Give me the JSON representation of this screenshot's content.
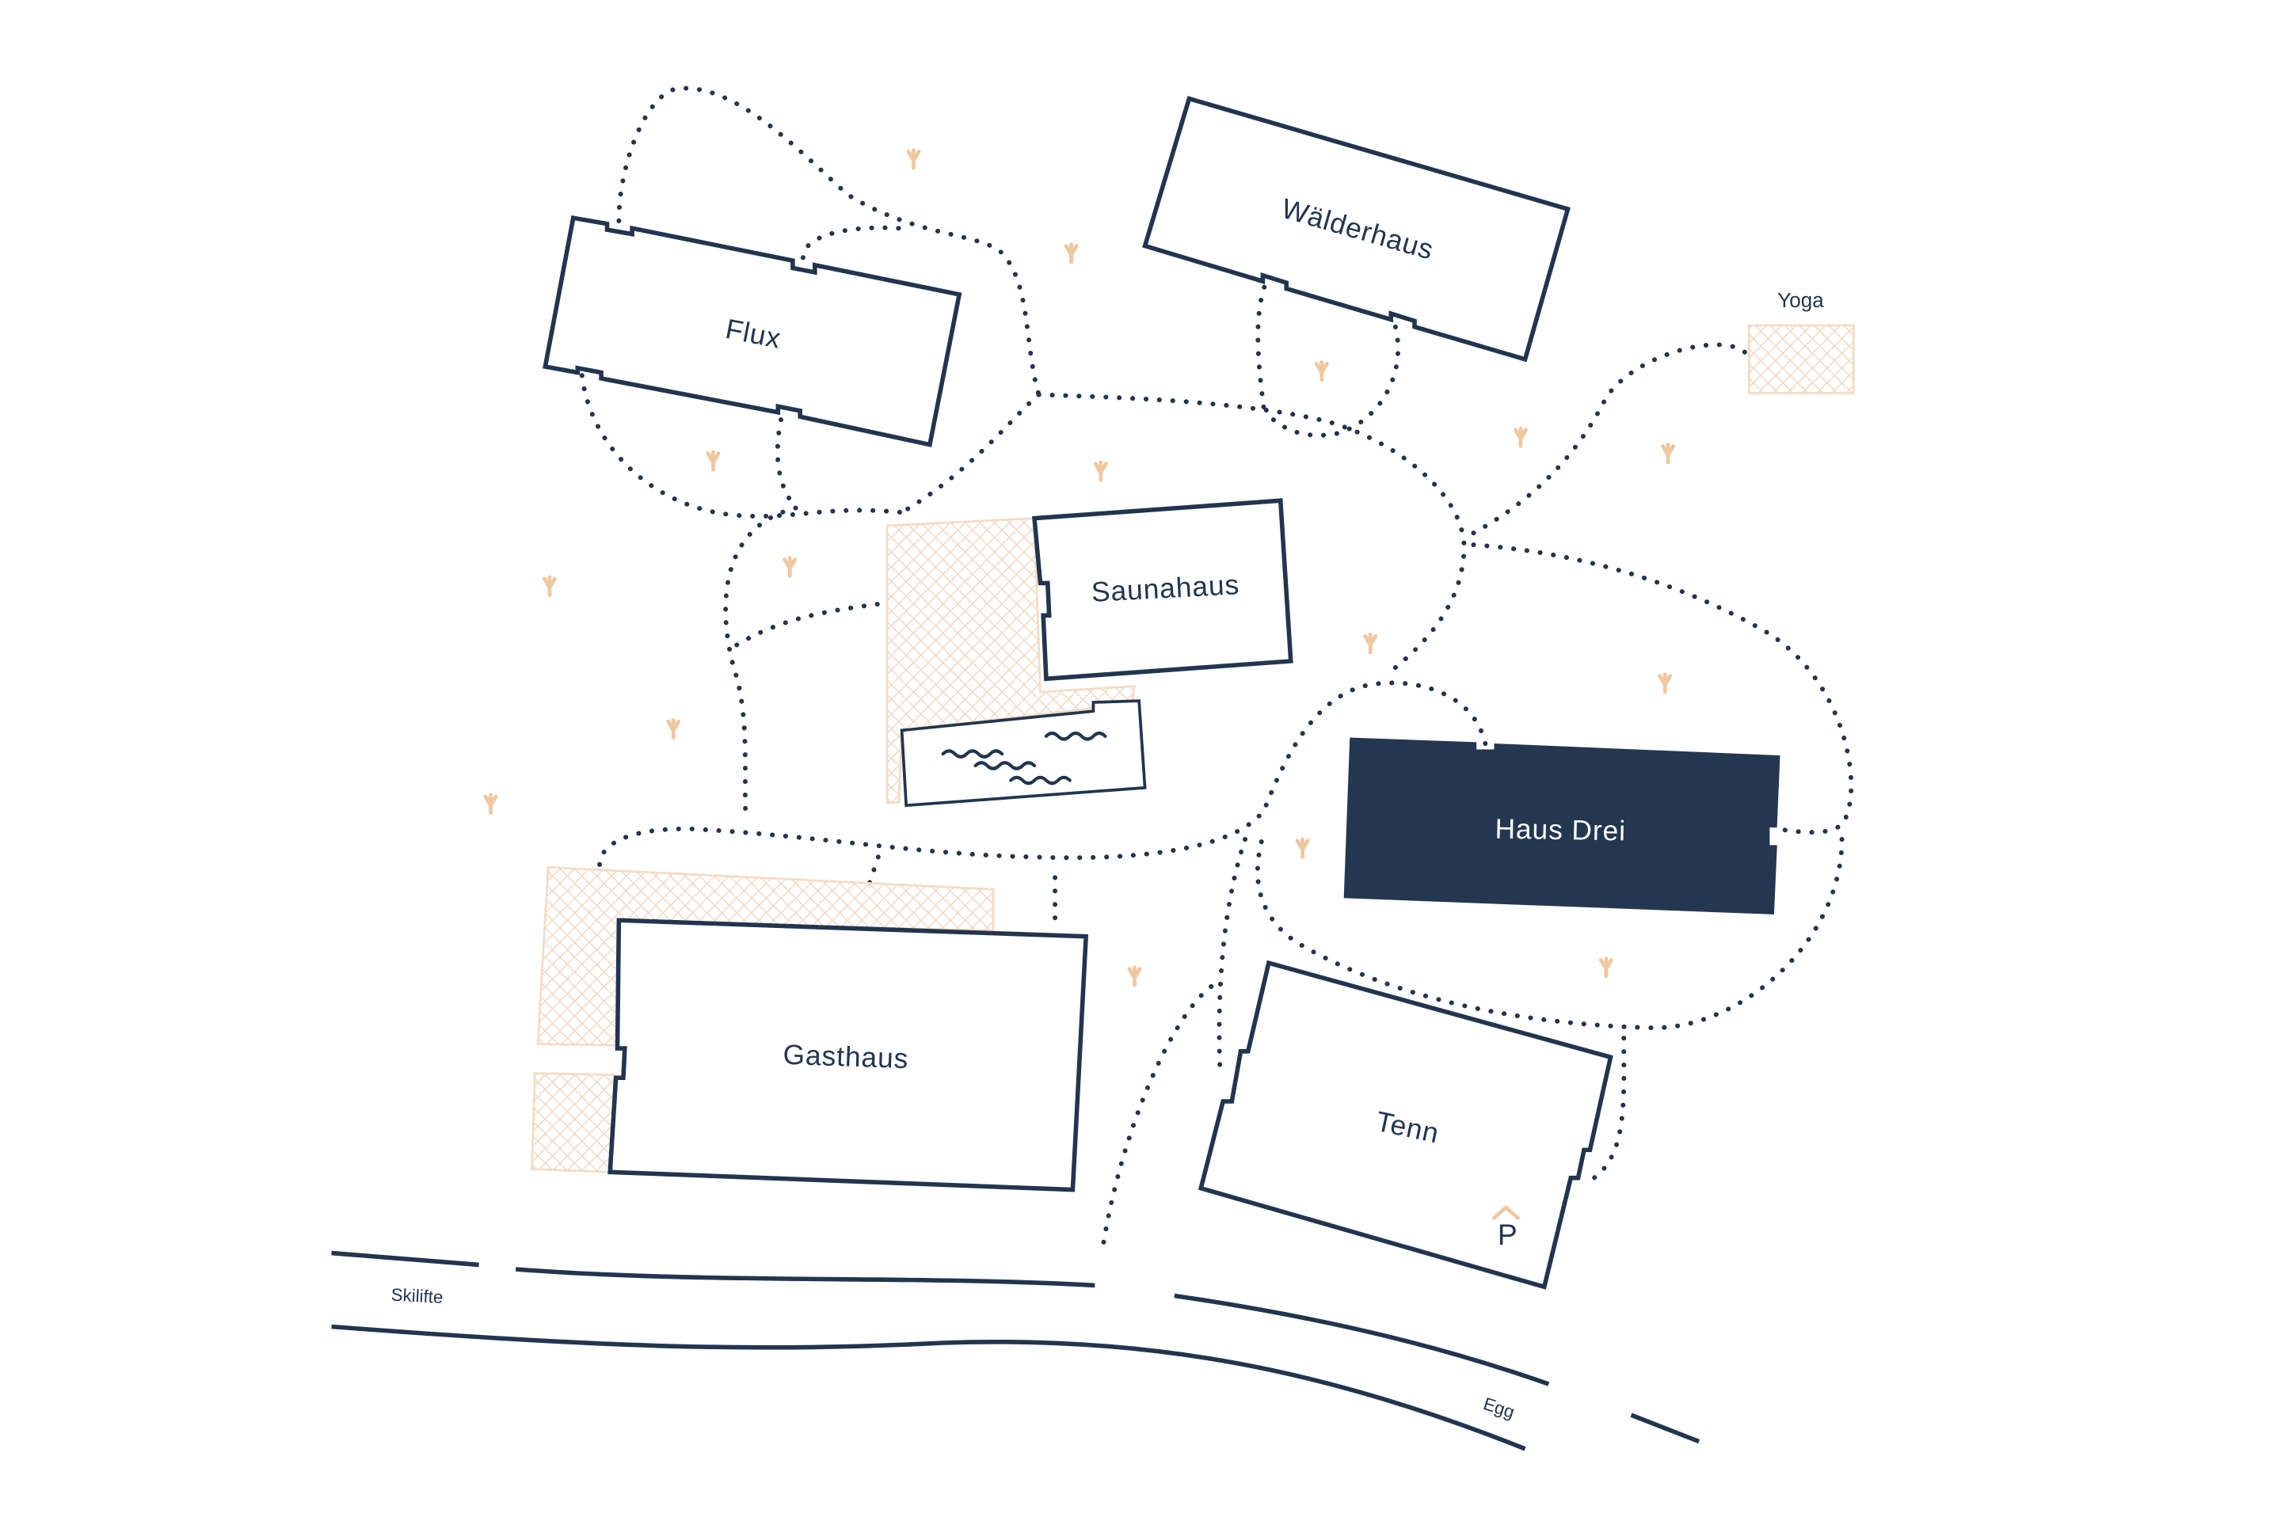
{
  "map": {
    "buildings": [
      {
        "key": "flux",
        "label": "Flux",
        "highlighted": false
      },
      {
        "key": "waelderhaus",
        "label": "Wälderhaus",
        "highlighted": false
      },
      {
        "key": "saunahaus",
        "label": "Saunahaus",
        "highlighted": false
      },
      {
        "key": "haus_drei",
        "label": "Haus Drei",
        "highlighted": true
      },
      {
        "key": "gasthaus",
        "label": "Gasthaus",
        "highlighted": false
      },
      {
        "key": "tenn",
        "label": "Tenn",
        "highlighted": false
      }
    ],
    "areas": {
      "yoga": "Yoga"
    },
    "roads": {
      "skilifte": "Skilifte",
      "egg": "Egg"
    },
    "parking": {
      "label": "P"
    },
    "icons": {
      "tree": "tree-icon",
      "parking": "parking-icon",
      "pool": "pool-icon"
    },
    "colors": {
      "line": "#22354f",
      "highlight": "#243750",
      "hatch": "#f3dcc8",
      "tree": "#efc7a0",
      "background": "#ffffff"
    }
  }
}
